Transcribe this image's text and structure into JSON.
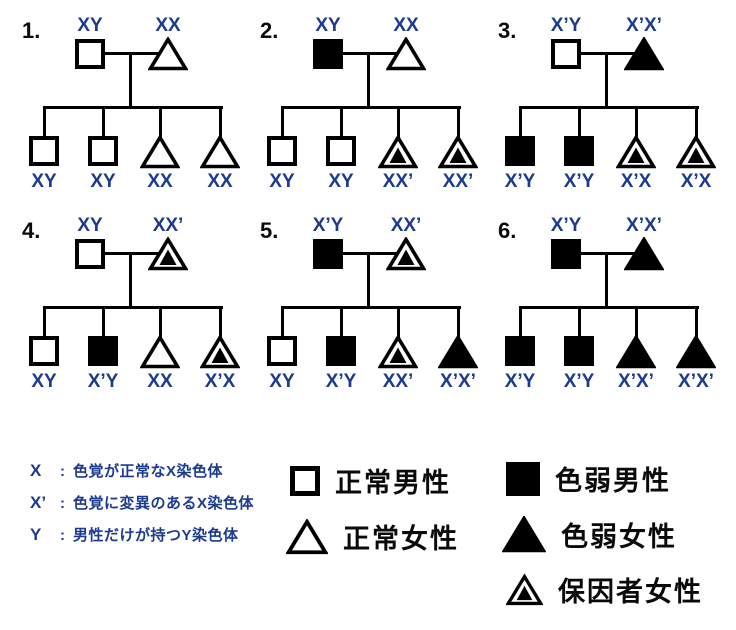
{
  "colors": {
    "label_blue": "#1c3a8e",
    "line_black": "#000000",
    "background": "#ffffff"
  },
  "key_separator": ":",
  "pedigrees": [
    {
      "number": "1.",
      "father": {
        "genotype": "XY",
        "status": "normal"
      },
      "mother": {
        "genotype": "XX",
        "status": "normal"
      },
      "children": [
        {
          "genotype": "XY",
          "sex": "male",
          "status": "normal"
        },
        {
          "genotype": "XY",
          "sex": "male",
          "status": "normal"
        },
        {
          "genotype": "XX",
          "sex": "female",
          "status": "normal"
        },
        {
          "genotype": "XX",
          "sex": "female",
          "status": "normal"
        }
      ]
    },
    {
      "number": "2.",
      "father": {
        "genotype": "XY",
        "status": "affected"
      },
      "mother": {
        "genotype": "XX",
        "status": "normal"
      },
      "children": [
        {
          "genotype": "XY",
          "sex": "male",
          "status": "normal"
        },
        {
          "genotype": "XY",
          "sex": "male",
          "status": "normal"
        },
        {
          "genotype": "XX’",
          "sex": "female",
          "status": "carrier"
        },
        {
          "genotype": "XX’",
          "sex": "female",
          "status": "carrier"
        }
      ]
    },
    {
      "number": "3.",
      "father": {
        "genotype": "X’Y",
        "status": "normal"
      },
      "mother": {
        "genotype": "X’X’",
        "status": "affected"
      },
      "children": [
        {
          "genotype": "X’Y",
          "sex": "male",
          "status": "affected"
        },
        {
          "genotype": "X’Y",
          "sex": "male",
          "status": "affected"
        },
        {
          "genotype": "X’X",
          "sex": "female",
          "status": "carrier"
        },
        {
          "genotype": "X’X",
          "sex": "female",
          "status": "carrier"
        }
      ]
    },
    {
      "number": "4.",
      "father": {
        "genotype": "XY",
        "status": "normal"
      },
      "mother": {
        "genotype": "XX’",
        "status": "carrier"
      },
      "children": [
        {
          "genotype": "XY",
          "sex": "male",
          "status": "normal"
        },
        {
          "genotype": "X’Y",
          "sex": "male",
          "status": "affected"
        },
        {
          "genotype": "XX",
          "sex": "female",
          "status": "normal"
        },
        {
          "genotype": "X’X",
          "sex": "female",
          "status": "carrier"
        }
      ]
    },
    {
      "number": "5.",
      "father": {
        "genotype": "X’Y",
        "status": "affected"
      },
      "mother": {
        "genotype": "XX’",
        "status": "carrier"
      },
      "children": [
        {
          "genotype": "XY",
          "sex": "male",
          "status": "normal"
        },
        {
          "genotype": "X’Y",
          "sex": "male",
          "status": "affected"
        },
        {
          "genotype": "XX’",
          "sex": "female",
          "status": "carrier"
        },
        {
          "genotype": "X’X’",
          "sex": "female",
          "status": "affected"
        }
      ]
    },
    {
      "number": "6.",
      "father": {
        "genotype": "X’Y",
        "status": "affected"
      },
      "mother": {
        "genotype": "X’X’",
        "status": "affected"
      },
      "children": [
        {
          "genotype": "X’Y",
          "sex": "male",
          "status": "affected"
        },
        {
          "genotype": "X’Y",
          "sex": "male",
          "status": "affected"
        },
        {
          "genotype": "X’X’",
          "sex": "female",
          "status": "affected"
        },
        {
          "genotype": "X’X’",
          "sex": "female",
          "status": "affected"
        }
      ]
    }
  ],
  "chromosome_key": [
    {
      "symbol": "X",
      "label": "色覚が正常なX染色体"
    },
    {
      "symbol": "X’",
      "label": "色覚に変異のあるX染色体"
    },
    {
      "symbol": "Y",
      "label": "男性だけが持つY染色体"
    }
  ],
  "shape_legend": [
    {
      "shape": "square-open",
      "label": "正常男性"
    },
    {
      "shape": "triangle-open",
      "label": "正常女性"
    },
    {
      "shape": "square-filled",
      "label": "色弱男性"
    },
    {
      "shape": "triangle-filled",
      "label": "色弱女性"
    },
    {
      "shape": "triangle-carrier",
      "label": "保因者女性"
    }
  ]
}
